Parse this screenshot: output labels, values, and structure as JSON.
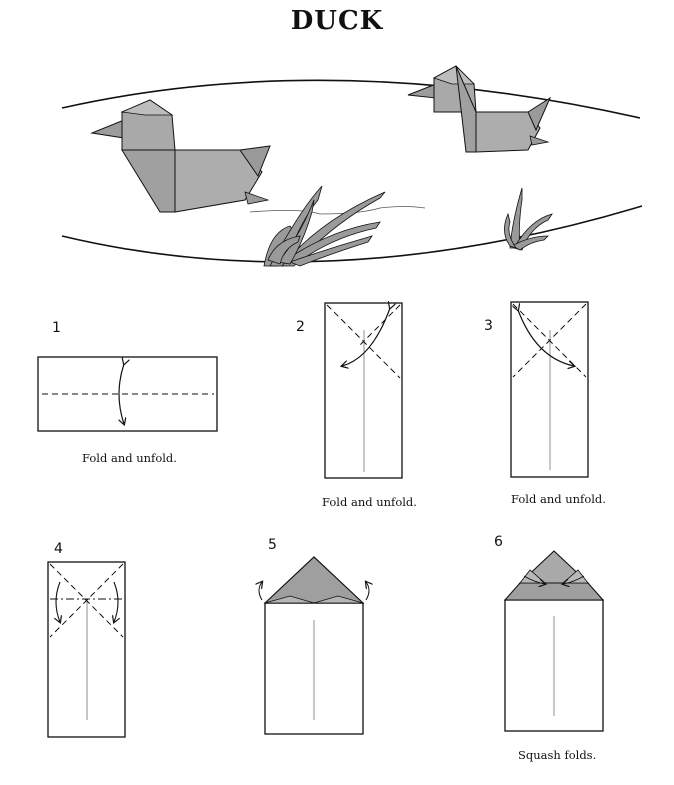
{
  "title": "DUCK",
  "steps": [
    {
      "number": "1",
      "caption": "Fold and unfold."
    },
    {
      "number": "2",
      "caption": "Fold and unfold."
    },
    {
      "number": "3",
      "caption": "Fold and unfold."
    },
    {
      "number": "4",
      "caption": ""
    },
    {
      "number": "5",
      "caption": ""
    },
    {
      "number": "6",
      "caption": "Squash folds."
    }
  ],
  "colors": {
    "paper": "#ffffff",
    "duck": "#a9a9a9",
    "duck_dark": "#8e8e8e",
    "reeds": "#9a9a9a",
    "line": "#111111"
  }
}
